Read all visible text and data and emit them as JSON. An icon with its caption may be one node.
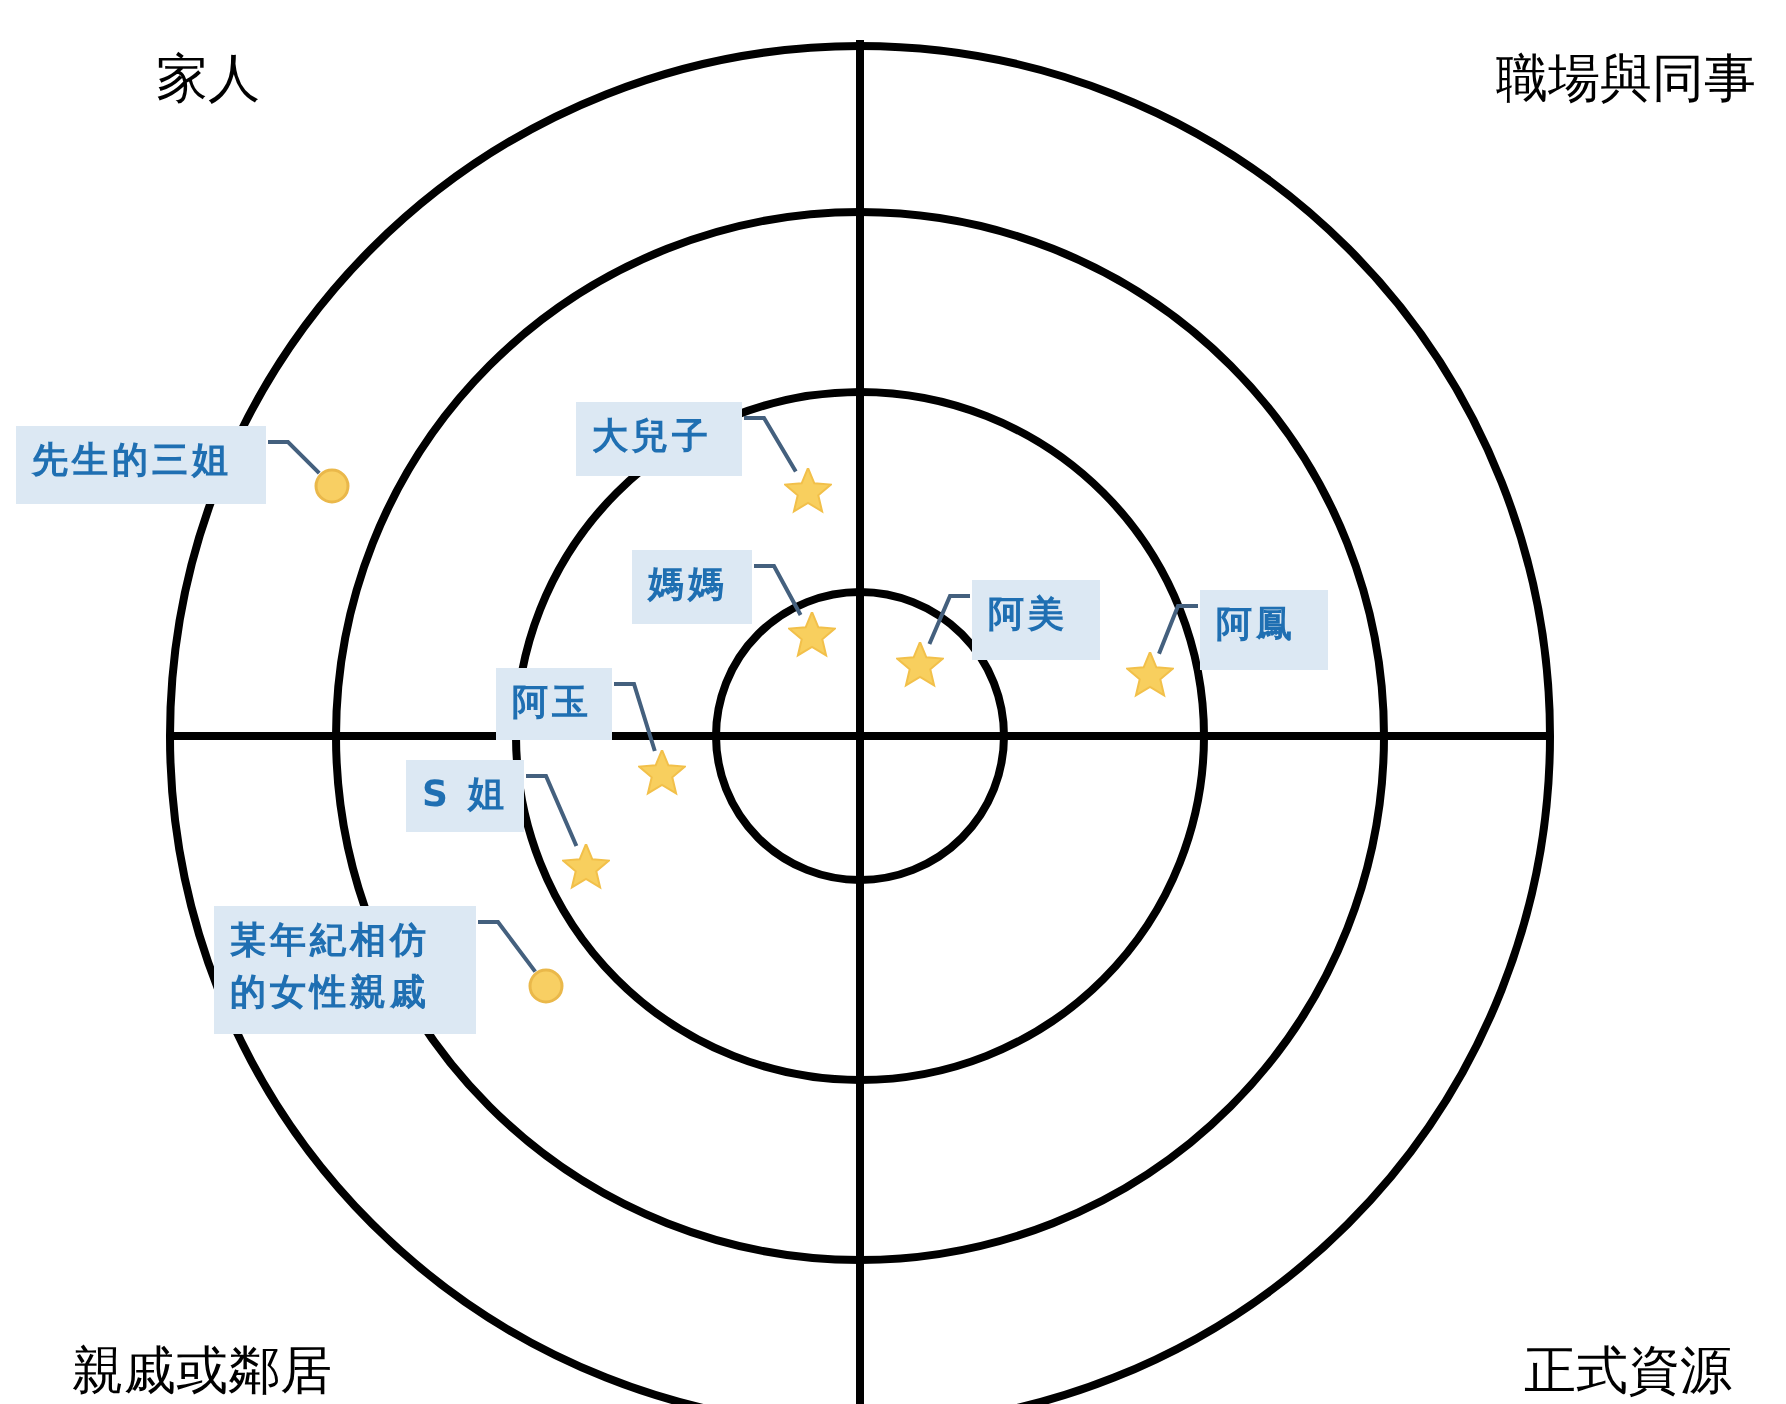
{
  "diagram": {
    "nodes": [
      {
        "text": [
          "先生的三姐"
        ]
      },
      {
        "text": [],
        "shape": "circle"
      },
      {
        "text": [
          "大兒子"
        ]
      },
      {
        "text": [],
        "shape": "star"
      },
      {
        "text": [
          "媽媽"
        ]
      },
      {
        "text": [],
        "shape": "star"
      },
      {
        "text": [
          "阿美"
        ]
      },
      {
        "text": [],
        "shape": "star"
      },
      {
        "text": [
          "阿鳳"
        ]
      },
      {
        "text": [],
        "shape": "star"
      },
      {
        "text": [
          "阿玉"
        ]
      },
      {
        "text": [],
        "shape": "star"
      },
      {
        "text": [
          "S 姐"
        ]
      },
      {
        "text": [],
        "shape": "star"
      },
      {
        "text": [
          "某年紀相仿的女性親戚"
        ]
      },
      {
        "text": [],
        "shape": "circle"
      }
    ],
    "edges": [
      {
        "from": 0,
        "to": 1,
        "arrow": "none"
      },
      {
        "from": 2,
        "to": 3,
        "arrow": "none"
      },
      {
        "from": 4,
        "to": 5,
        "arrow": "none"
      },
      {
        "from": 6,
        "to": 7,
        "arrow": "none"
      },
      {
        "from": 8,
        "to": 9,
        "arrow": "none"
      },
      {
        "from": 10,
        "to": 11,
        "arrow": "none"
      },
      {
        "from": 12,
        "to": 13,
        "arrow": "none"
      },
      {
        "from": 14,
        "to": 15,
        "arrow": "none"
      }
    ],
    "labels": [
      "家人",
      "職場與同事",
      "親戚或鄰居",
      "正式資源"
    ]
  }
}
